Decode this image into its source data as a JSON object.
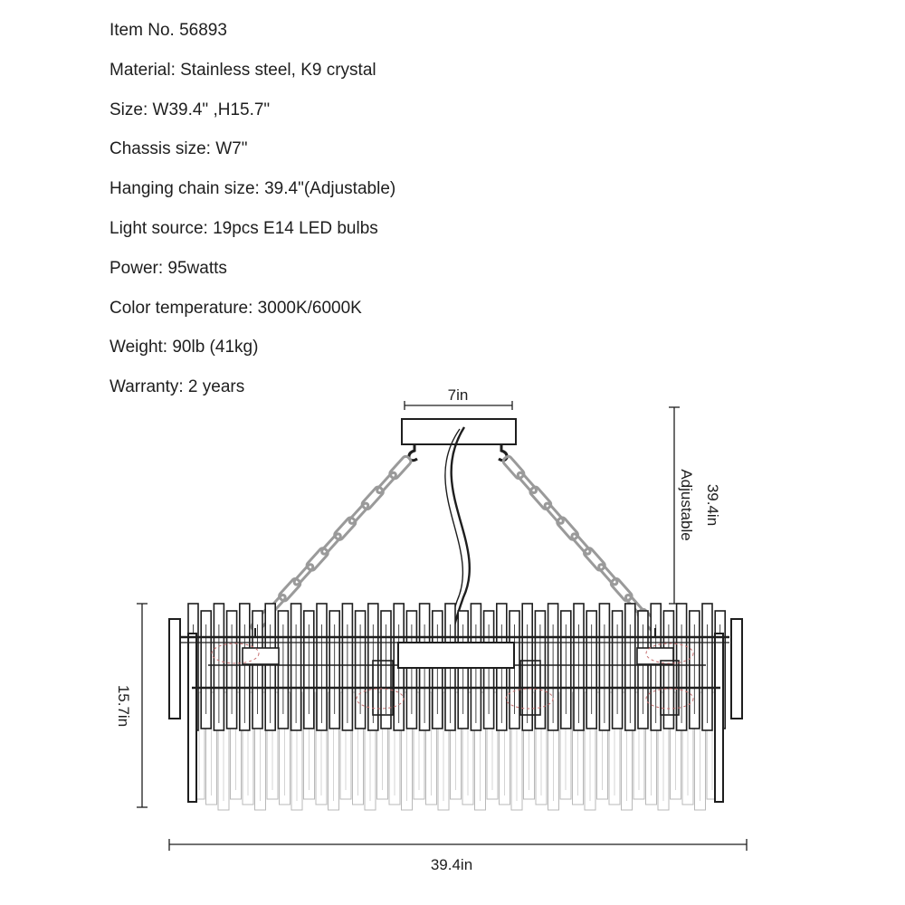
{
  "specs": [
    "Item No. 56893",
    "Material: Stainless steel, K9 crystal",
    "Size: W39.4\" ,H15.7\"",
    "Chassis size: W7\"",
    "Hanging chain size: 39.4\"(Adjustable)",
    "Light source: 19pcs E14 LED bulbs",
    "Power: 95watts",
    "Color temperature: 3000K/6000K",
    "Weight: 90lb (41kg)",
    "Warranty: 2 years"
  ],
  "dimensions": {
    "chassis_width": "7in",
    "chain_length": "39.4in",
    "chain_note": "Adjustable",
    "height": "15.7in",
    "width": "39.4in"
  },
  "colors": {
    "line": "#1e1e1e",
    "chain": "#9a9a9a",
    "crystal": "#b8b8b8",
    "bulb": "#c46a6a"
  }
}
